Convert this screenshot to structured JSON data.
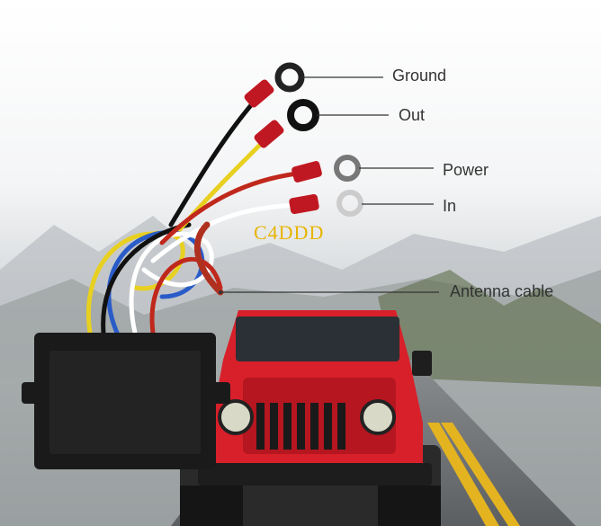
{
  "labels": {
    "ground": "Ground",
    "out": "Out",
    "power": "Power",
    "in": "In",
    "antenna": "Antenna cable"
  },
  "watermark": "C4DDD",
  "colors": {
    "jeep_red": "#d8202a",
    "box_black": "#1a1a1a",
    "wire_red": "#c0281c",
    "wire_yellow": "#e8d020",
    "wire_blue": "#2a5cc8",
    "terminal_red": "#c01822"
  }
}
